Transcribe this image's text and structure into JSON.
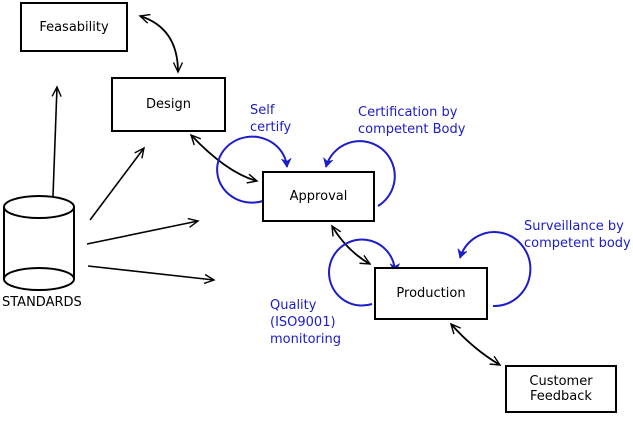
{
  "diagram": {
    "nodes": {
      "feasability": {
        "label": "Feasability"
      },
      "design": {
        "label": "Design"
      },
      "approval": {
        "label": "Approval"
      },
      "production": {
        "label": "Production"
      },
      "customer_feedback": {
        "label": "Customer\nFeedback"
      },
      "standards": {
        "label": "STANDARDS",
        "shape": "cylinder"
      }
    },
    "annotations": {
      "self_certify": {
        "text": "Self\ncertify",
        "attached_to": "approval"
      },
      "certification": {
        "text": "Certification by\ncompetent Body",
        "attached_to": "approval"
      },
      "surveillance": {
        "text": "Surveillance by\ncompetent body",
        "attached_to": "production"
      },
      "quality": {
        "text": "Quality\n(ISO9001)\nmonitoring",
        "attached_to": "production"
      }
    },
    "edges": [
      {
        "from": "standards",
        "to": "feasability",
        "style": "arrow"
      },
      {
        "from": "standards",
        "to": "design",
        "style": "arrow"
      },
      {
        "from": "standards",
        "to": "approval",
        "style": "arrow"
      },
      {
        "from": "standards",
        "to": "production",
        "style": "arrow"
      },
      {
        "from": "feasability",
        "to": "design",
        "style": "double-arrow"
      },
      {
        "from": "design",
        "to": "approval",
        "style": "double-arrow"
      },
      {
        "from": "approval",
        "to": "production",
        "style": "double-arrow"
      },
      {
        "from": "production",
        "to": "customer_feedback",
        "style": "double-arrow"
      },
      {
        "from": "approval",
        "to": "approval",
        "style": "self-loop",
        "annotation": "self_certify"
      },
      {
        "from": "approval",
        "to": "approval",
        "style": "self-loop",
        "annotation": "certification"
      },
      {
        "from": "production",
        "to": "production",
        "style": "self-loop",
        "annotation": "quality"
      },
      {
        "from": "production",
        "to": "production",
        "style": "self-loop",
        "annotation": "surveillance"
      }
    ]
  },
  "colors": {
    "annotation_blue": "#1c1cc8",
    "line_black": "#000000",
    "background": "#ffffff"
  }
}
